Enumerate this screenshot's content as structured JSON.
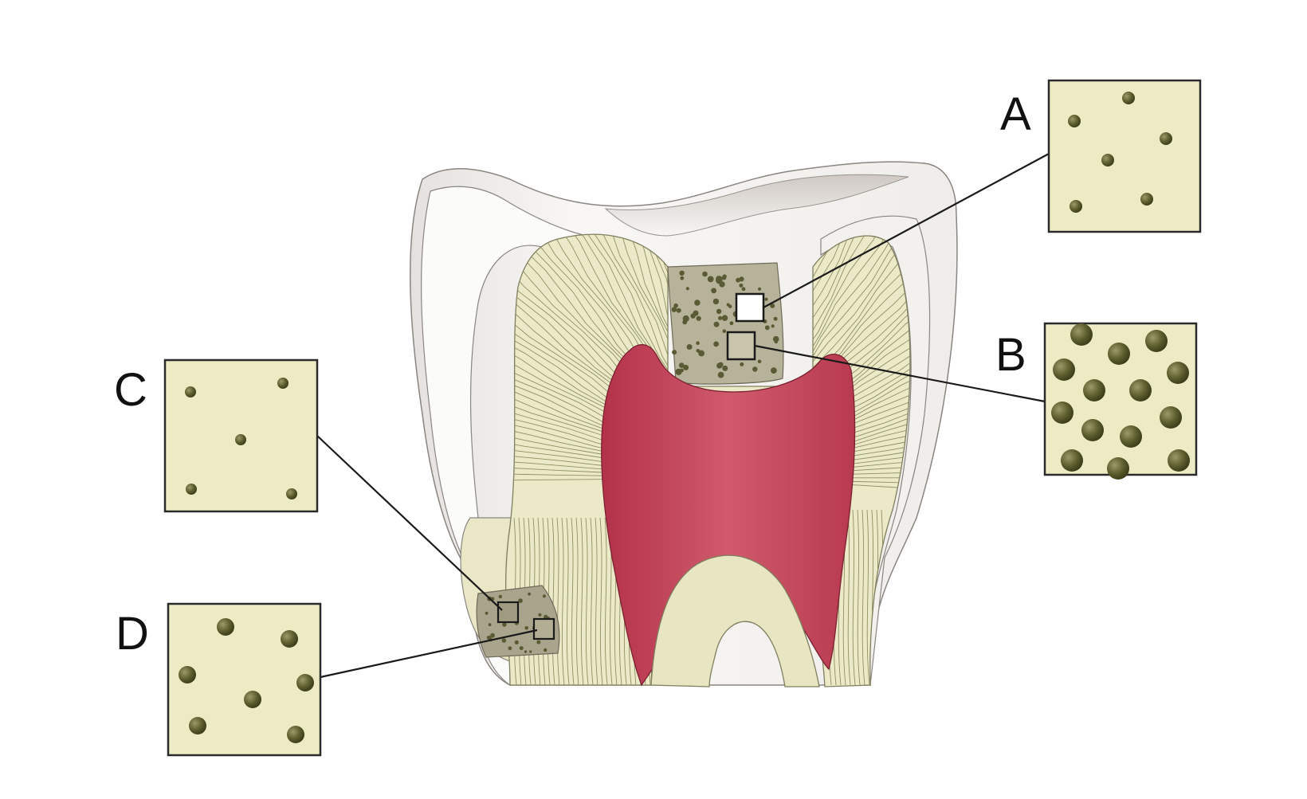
{
  "figure": {
    "labels": {
      "a": "A",
      "b": "B",
      "c": "C",
      "d": "D"
    },
    "colors": {
      "background": "#ffffff",
      "enamel": "#f6f5f3",
      "enamel_shade": "#dcd8d4",
      "dentin": "#ebe9c8",
      "tubule_line": "#8f9062",
      "pulp": "#c94a5c",
      "pulp_dark": "#a32d40",
      "lesion": "#b9b49a",
      "inset_fill": "#ecebc4",
      "tubule_dot": "#5a5a2c",
      "outline": "#333333"
    }
  }
}
